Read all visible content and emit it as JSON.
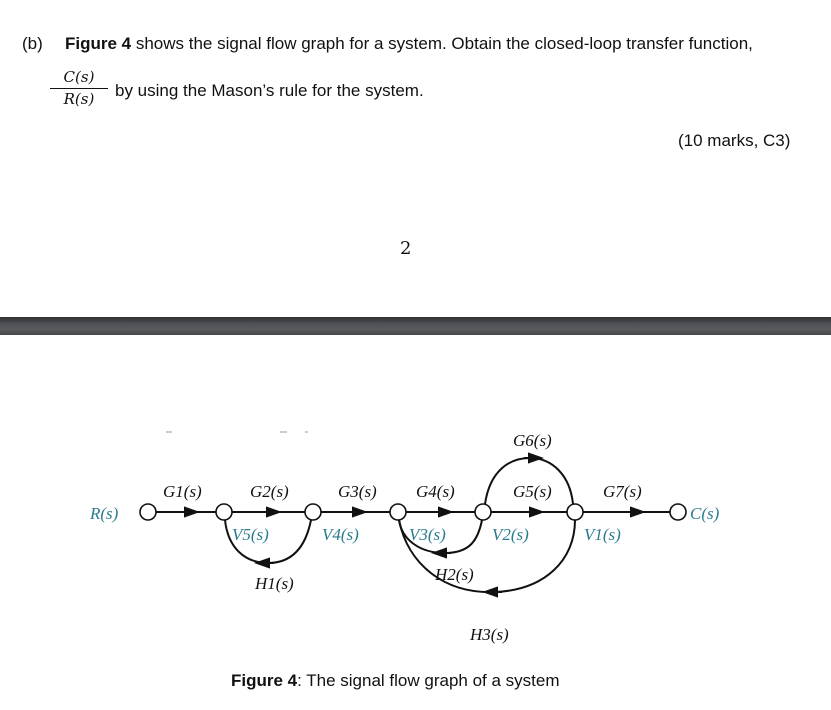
{
  "question": {
    "label": "(b)",
    "text_bold": "Figure 4",
    "text_rest": " shows the signal flow graph for a system. Obtain the closed-loop transfer function,",
    "fraction_numerator": "C(s)",
    "fraction_denominator": "R(s)",
    "text_line2": "by using the Mason’s rule for the system.",
    "marks": "(10 marks, C3)"
  },
  "page_number": "2",
  "divider_color": "#4f5356",
  "figure": {
    "caption_bold": "Figure 4",
    "caption_rest": ": The signal flow graph of a system",
    "input_label": "R(s)",
    "output_label": "C(s)",
    "node_labels": [
      "V5(s)",
      "V4(s)",
      "V3(s)",
      "V2(s)",
      "V1(s)"
    ],
    "forward_gains": [
      "G1(s)",
      "G2(s)",
      "G3(s)",
      "G4(s)",
      "G5(s)",
      "G6(s)",
      "G7(s)"
    ],
    "feedback_gains": [
      "H1(s)",
      "H2(s)",
      "H3(s)"
    ],
    "node_label_color": "#2a7b8e",
    "edges": [
      {
        "from": "R(s)",
        "to": "V5(s)",
        "gain": "G1(s)"
      },
      {
        "from": "V5(s)",
        "to": "V4(s)",
        "gain": "G2(s)"
      },
      {
        "from": "V4(s)",
        "to": "V3(s)",
        "gain": "G3(s)"
      },
      {
        "from": "V3(s)",
        "to": "V2(s)",
        "gain": "G4(s)"
      },
      {
        "from": "V2(s)",
        "to": "V1(s)",
        "gain": "G5(s)"
      },
      {
        "from": "V2(s)",
        "to": "V1(s)",
        "gain": "G6(s)"
      },
      {
        "from": "V1(s)",
        "to": "C(s)",
        "gain": "G7(s)"
      },
      {
        "from": "V4(s)",
        "to": "V5(s)",
        "gain": "H1(s)"
      },
      {
        "from": "V2(s)",
        "to": "V3(s)",
        "gain": "H2(s)"
      },
      {
        "from": "V1(s)",
        "to": "V3(s)",
        "gain": "H3(s)"
      }
    ]
  }
}
